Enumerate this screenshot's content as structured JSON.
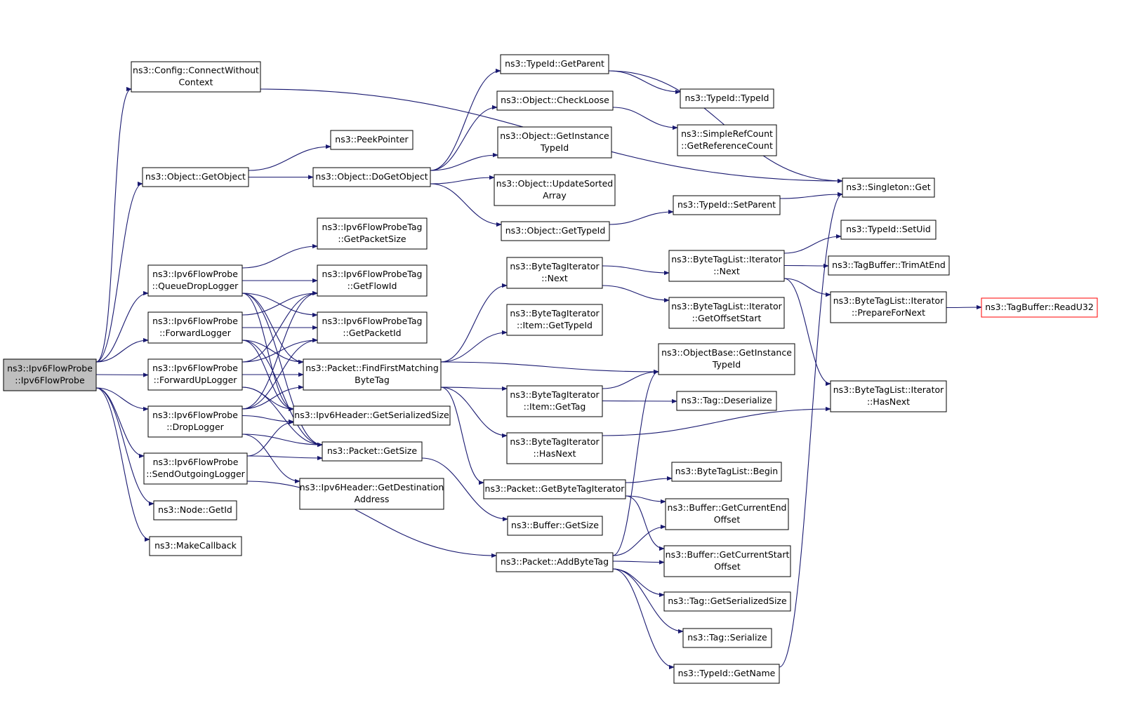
{
  "graph": {
    "edge_color": "#191970",
    "root_fill": "#bfbfbf",
    "missing_node_border": "#ff0000",
    "nodes": [
      {
        "id": "root",
        "lines": [
          "ns3::Ipv6FlowProbe",
          "::Ipv6FlowProbe"
        ],
        "style": "root"
      },
      {
        "id": "cfgconnect",
        "lines": [
          "ns3::Config::ConnectWithout",
          "Context"
        ]
      },
      {
        "id": "getobject",
        "lines": [
          "ns3::Object::GetObject"
        ]
      },
      {
        "id": "queuedrop",
        "lines": [
          "ns3::Ipv6FlowProbe",
          "::QueueDropLogger"
        ]
      },
      {
        "id": "forward",
        "lines": [
          "ns3::Ipv6FlowProbe",
          "::ForwardLogger"
        ]
      },
      {
        "id": "forwardup",
        "lines": [
          "ns3::Ipv6FlowProbe",
          "::ForwardUpLogger"
        ]
      },
      {
        "id": "drop",
        "lines": [
          "ns3::Ipv6FlowProbe",
          "::DropLogger"
        ]
      },
      {
        "id": "sendout",
        "lines": [
          "ns3::Ipv6FlowProbe",
          "::SendOutgoingLogger"
        ]
      },
      {
        "id": "nodegetid",
        "lines": [
          "ns3::Node::GetId"
        ]
      },
      {
        "id": "makecb",
        "lines": [
          "ns3::MakeCallback"
        ]
      },
      {
        "id": "peek",
        "lines": [
          "ns3::PeekPointer"
        ]
      },
      {
        "id": "dogetobj",
        "lines": [
          "ns3::Object::DoGetObject"
        ]
      },
      {
        "id": "tagpktsize",
        "lines": [
          "ns3::Ipv6FlowProbeTag",
          "::GetPacketSize"
        ]
      },
      {
        "id": "tagflowid",
        "lines": [
          "ns3::Ipv6FlowProbeTag",
          "::GetFlowId"
        ]
      },
      {
        "id": "tagpktid",
        "lines": [
          "ns3::Ipv6FlowProbeTag",
          "::GetPacketId"
        ]
      },
      {
        "id": "findfirst",
        "lines": [
          "ns3::Packet::FindFirstMatching",
          "ByteTag"
        ]
      },
      {
        "id": "hdrsize",
        "lines": [
          "ns3::Ipv6Header::GetSerializedSize"
        ]
      },
      {
        "id": "pktsize",
        "lines": [
          "ns3::Packet::GetSize"
        ]
      },
      {
        "id": "hdrdest",
        "lines": [
          "ns3::Ipv6Header::GetDestination",
          "Address"
        ]
      },
      {
        "id": "tid_getparent",
        "lines": [
          "ns3::TypeId::GetParent"
        ]
      },
      {
        "id": "checkloose",
        "lines": [
          "ns3::Object::CheckLoose"
        ]
      },
      {
        "id": "getinsttid",
        "lines": [
          "ns3::Object::GetInstance",
          "TypeId"
        ]
      },
      {
        "id": "updsorted",
        "lines": [
          "ns3::Object::UpdateSorted",
          "Array"
        ]
      },
      {
        "id": "objgettid",
        "lines": [
          "ns3::Object::GetTypeId"
        ]
      },
      {
        "id": "bti_next",
        "lines": [
          "ns3::ByteTagIterator",
          "::Next"
        ]
      },
      {
        "id": "bti_item_tid",
        "lines": [
          "ns3::ByteTagIterator",
          "::Item::GetTypeId"
        ]
      },
      {
        "id": "bti_item_tag",
        "lines": [
          "ns3::ByteTagIterator",
          "::Item::GetTag"
        ]
      },
      {
        "id": "bti_hasnext",
        "lines": [
          "ns3::ByteTagIterator",
          "::HasNext"
        ]
      },
      {
        "id": "getbti",
        "lines": [
          "ns3::Packet::GetByteTagIterator"
        ]
      },
      {
        "id": "buf_getsize",
        "lines": [
          "ns3::Buffer::GetSize"
        ]
      },
      {
        "id": "addbytetag",
        "lines": [
          "ns3::Packet::AddByteTag"
        ]
      },
      {
        "id": "tid_typeid",
        "lines": [
          "ns3::TypeId::TypeId"
        ]
      },
      {
        "id": "refcount",
        "lines": [
          "ns3::SimpleRefCount",
          "::GetReferenceCount"
        ]
      },
      {
        "id": "tid_setparent",
        "lines": [
          "ns3::TypeId::SetParent"
        ]
      },
      {
        "id": "btl_it_next",
        "lines": [
          "ns3::ByteTagList::Iterator",
          "::Next"
        ]
      },
      {
        "id": "btl_it_offset",
        "lines": [
          "ns3::ByteTagList::Iterator",
          "::GetOffsetStart"
        ]
      },
      {
        "id": "ob_getinst",
        "lines": [
          "ns3::ObjectBase::GetInstance",
          "TypeId"
        ]
      },
      {
        "id": "tag_deser",
        "lines": [
          "ns3::Tag::Deserialize"
        ]
      },
      {
        "id": "btl_begin",
        "lines": [
          "ns3::ByteTagList::Begin"
        ]
      },
      {
        "id": "buf_curend",
        "lines": [
          "ns3::Buffer::GetCurrentEnd",
          "Offset"
        ]
      },
      {
        "id": "buf_curstart",
        "lines": [
          "ns3::Buffer::GetCurrentStart",
          "Offset"
        ]
      },
      {
        "id": "tag_sersize",
        "lines": [
          "ns3::Tag::GetSerializedSize"
        ]
      },
      {
        "id": "tag_ser",
        "lines": [
          "ns3::Tag::Serialize"
        ]
      },
      {
        "id": "tid_getname",
        "lines": [
          "ns3::TypeId::GetName"
        ]
      },
      {
        "id": "singleton",
        "lines": [
          "ns3::Singleton::Get"
        ]
      },
      {
        "id": "tid_setuid",
        "lines": [
          "ns3::TypeId::SetUid"
        ]
      },
      {
        "id": "tb_trim",
        "lines": [
          "ns3::TagBuffer::TrimAtEnd"
        ]
      },
      {
        "id": "btl_prep",
        "lines": [
          "ns3::ByteTagList::Iterator",
          "::PrepareForNext"
        ]
      },
      {
        "id": "btl_hasnext",
        "lines": [
          "ns3::ByteTagList::Iterator",
          "::HasNext"
        ]
      },
      {
        "id": "tb_readu32",
        "lines": [
          "ns3::TagBuffer::ReadU32"
        ],
        "style": "red"
      }
    ],
    "edges": [
      [
        "root",
        "cfgconnect"
      ],
      [
        "root",
        "getobject"
      ],
      [
        "root",
        "queuedrop"
      ],
      [
        "root",
        "forward"
      ],
      [
        "root",
        "forwardup"
      ],
      [
        "root",
        "drop"
      ],
      [
        "root",
        "sendout"
      ],
      [
        "root",
        "nodegetid"
      ],
      [
        "root",
        "makecb"
      ],
      [
        "cfgconnect",
        "singleton"
      ],
      [
        "getobject",
        "peek"
      ],
      [
        "getobject",
        "dogetobj"
      ],
      [
        "dogetobj",
        "tid_getparent"
      ],
      [
        "dogetobj",
        "checkloose"
      ],
      [
        "dogetobj",
        "getinsttid"
      ],
      [
        "dogetobj",
        "updsorted"
      ],
      [
        "dogetobj",
        "objgettid"
      ],
      [
        "tid_getparent",
        "singleton"
      ],
      [
        "tid_getparent",
        "tid_typeid"
      ],
      [
        "checkloose",
        "refcount"
      ],
      [
        "objgettid",
        "tid_setparent"
      ],
      [
        "tid_setparent",
        "singleton"
      ],
      [
        "queuedrop",
        "tagpktsize"
      ],
      [
        "queuedrop",
        "tagflowid"
      ],
      [
        "queuedrop",
        "tagpktid"
      ],
      [
        "queuedrop",
        "findfirst"
      ],
      [
        "queuedrop",
        "hdrsize"
      ],
      [
        "queuedrop",
        "pktsize"
      ],
      [
        "forward",
        "tagflowid"
      ],
      [
        "forward",
        "tagpktid"
      ],
      [
        "forward",
        "findfirst"
      ],
      [
        "forward",
        "hdrsize"
      ],
      [
        "forward",
        "pktsize"
      ],
      [
        "forwardup",
        "tagflowid"
      ],
      [
        "forwardup",
        "tagpktid"
      ],
      [
        "forwardup",
        "findfirst"
      ],
      [
        "forwardup",
        "hdrsize"
      ],
      [
        "forwardup",
        "pktsize"
      ],
      [
        "drop",
        "tagflowid"
      ],
      [
        "drop",
        "tagpktid"
      ],
      [
        "drop",
        "findfirst"
      ],
      [
        "drop",
        "hdrsize"
      ],
      [
        "drop",
        "pktsize"
      ],
      [
        "drop",
        "hdrdest"
      ],
      [
        "sendout",
        "hdrsize"
      ],
      [
        "sendout",
        "pktsize"
      ],
      [
        "sendout",
        "addbytetag"
      ],
      [
        "findfirst",
        "bti_next"
      ],
      [
        "findfirst",
        "bti_item_tid"
      ],
      [
        "findfirst",
        "ob_getinst"
      ],
      [
        "findfirst",
        "bti_item_tag"
      ],
      [
        "findfirst",
        "bti_hasnext"
      ],
      [
        "findfirst",
        "getbti"
      ],
      [
        "bti_next",
        "btl_it_next"
      ],
      [
        "bti_next",
        "btl_it_offset"
      ],
      [
        "btl_it_next",
        "tid_setuid"
      ],
      [
        "btl_it_next",
        "tb_trim"
      ],
      [
        "btl_it_next",
        "btl_prep"
      ],
      [
        "btl_it_next",
        "btl_hasnext"
      ],
      [
        "btl_prep",
        "tb_readu32"
      ],
      [
        "bti_item_tag",
        "ob_getinst"
      ],
      [
        "bti_item_tag",
        "tag_deser"
      ],
      [
        "bti_hasnext",
        "btl_hasnext"
      ],
      [
        "getbti",
        "btl_begin"
      ],
      [
        "getbti",
        "buf_curend"
      ],
      [
        "getbti",
        "buf_curstart"
      ],
      [
        "pktsize",
        "buf_getsize"
      ],
      [
        "addbytetag",
        "ob_getinst"
      ],
      [
        "addbytetag",
        "buf_curend"
      ],
      [
        "addbytetag",
        "buf_curstart"
      ],
      [
        "addbytetag",
        "tag_sersize"
      ],
      [
        "addbytetag",
        "tag_ser"
      ],
      [
        "addbytetag",
        "tid_getname"
      ],
      [
        "tid_getname",
        "singleton"
      ]
    ]
  }
}
